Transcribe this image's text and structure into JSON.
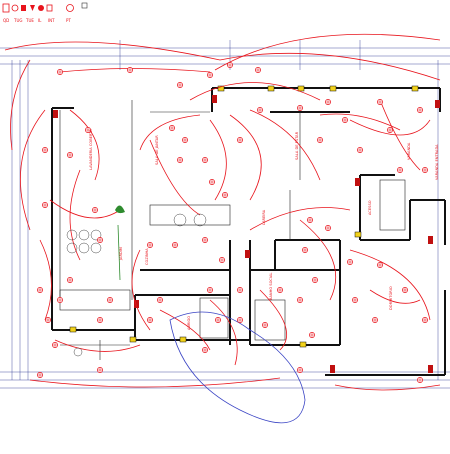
{
  "drawing": {
    "title": "",
    "rooms": [
      {
        "key": "lavanderia",
        "label": "LAVANDERIA COBERTA"
      },
      {
        "key": "sala_jantar",
        "label": "SALA DE JANTAR"
      },
      {
        "key": "sala_estar",
        "label": "SALA DE ESTAR"
      },
      {
        "key": "cozinha",
        "label": "COZINHA"
      },
      {
        "key": "banho",
        "label": "BANHO SOCIAL"
      },
      {
        "key": "dormitorio",
        "label": "DORMITÓRIO"
      },
      {
        "key": "jardim",
        "label": "JARDIM"
      },
      {
        "key": "varanda",
        "label": "VARANDA"
      },
      {
        "key": "acesso",
        "label": "ACESSO"
      },
      {
        "key": "garagem",
        "label": "VARANDA ENTRADA"
      },
      {
        "key": "abrigo",
        "label": "ABRIGO"
      },
      {
        "key": "lareira",
        "label": "LAREIRA"
      }
    ],
    "legend_items": [
      "QD",
      "TUG",
      "TUE",
      "IL",
      "INT",
      "PT"
    ],
    "colors": {
      "wiring": "#e8141c",
      "wall": "#111111",
      "dimension": "#1c2a8c",
      "accent": "#f2d21a",
      "note_circle": "#3a44c4",
      "plant": "#2e8b2e"
    }
  }
}
